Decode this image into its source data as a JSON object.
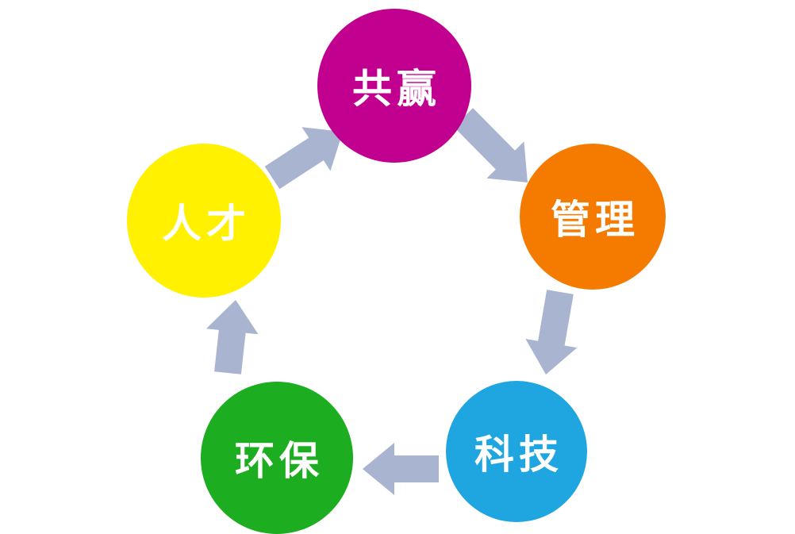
{
  "diagram": {
    "type": "cycle",
    "direction": "clockwise",
    "background": "#FFFFFF",
    "text_color": "#FFFFFF",
    "arrow_color": "#A9B4D0",
    "nodes": [
      {
        "id": "win-win",
        "label": "共赢",
        "color": "#C2008F"
      },
      {
        "id": "management",
        "label": "管理",
        "color": "#F47B00"
      },
      {
        "id": "technology",
        "label": "科技",
        "color": "#1FA6E0"
      },
      {
        "id": "environment",
        "label": "环保",
        "color": "#1CAD21"
      },
      {
        "id": "talent",
        "label": "人才",
        "color": "#FFF100"
      }
    ],
    "arrows": [
      {
        "from": "talent",
        "to": "win-win"
      },
      {
        "from": "win-win",
        "to": "management"
      },
      {
        "from": "management",
        "to": "technology"
      },
      {
        "from": "technology",
        "to": "environment"
      },
      {
        "from": "environment",
        "to": "talent"
      }
    ]
  }
}
